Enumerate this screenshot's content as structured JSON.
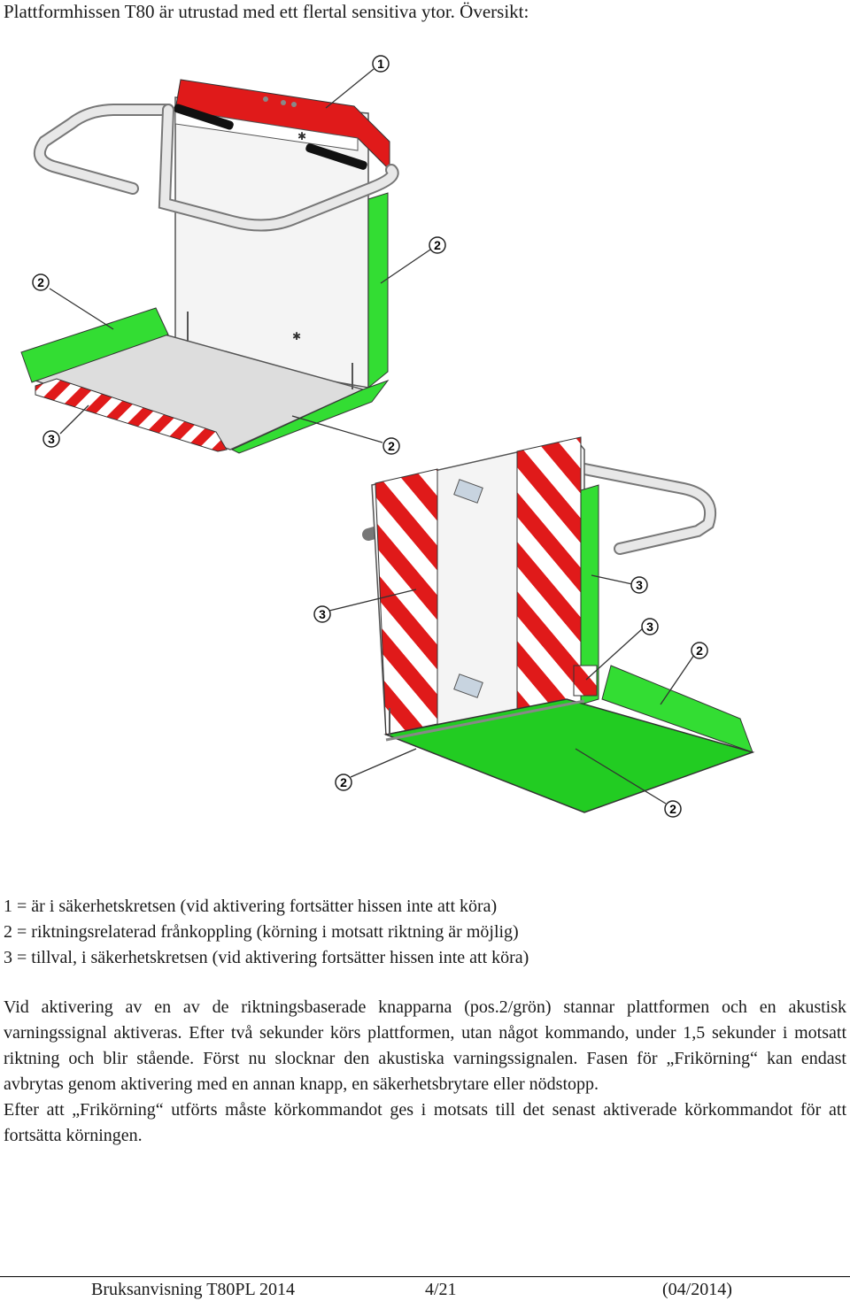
{
  "intro": "Plattformhissen T80 är utrustad med ett flertal sensitiva ytor. Översikt:",
  "figure": {
    "callouts_top": [
      "1",
      "2",
      "2",
      "3",
      "2"
    ],
    "callouts_bottom": [
      "3",
      "3",
      "3",
      "2",
      "2",
      "2"
    ],
    "colors": {
      "sensitive_green": "#33dd33",
      "warning_red": "#e01a1a",
      "panel_light": "#f2f2f2",
      "floor_grey": "#dcdcdc",
      "rail_grey": "#d8d8d8"
    }
  },
  "legend": [
    "1 = är i säkerhetskretsen (vid aktivering fortsätter hissen inte att köra)",
    "2 = riktningsrelaterad frånkoppling (körning i motsatt riktning är möjlig)",
    "3 = tillval, i säkerhetskretsen (vid aktivering fortsätter hissen inte att köra)"
  ],
  "paragraphs": [
    "Vid aktivering av en av de riktningsbaserade knapparna (pos.2/grön) stannar plattformen och en akustisk varningssignal aktiveras. Efter två sekunder körs plattformen, utan något kommando, under 1,5 sekunder i motsatt riktning och blir stående. Först nu slocknar den akustiska varningssignalen. Fasen för „Frikörning“ kan endast avbrytas genom aktivering med en annan knapp, en säkerhetsbrytare eller nödstopp.",
    "Efter att „Frikörning“ utförts måste körkommandot ges i motsats till det senast aktiverade körkommandot för att fortsätta körningen."
  ],
  "footer": {
    "left": "Bruksanvisning  T80PL 2014",
    "center": "4/21",
    "right": "(04/2014)"
  }
}
